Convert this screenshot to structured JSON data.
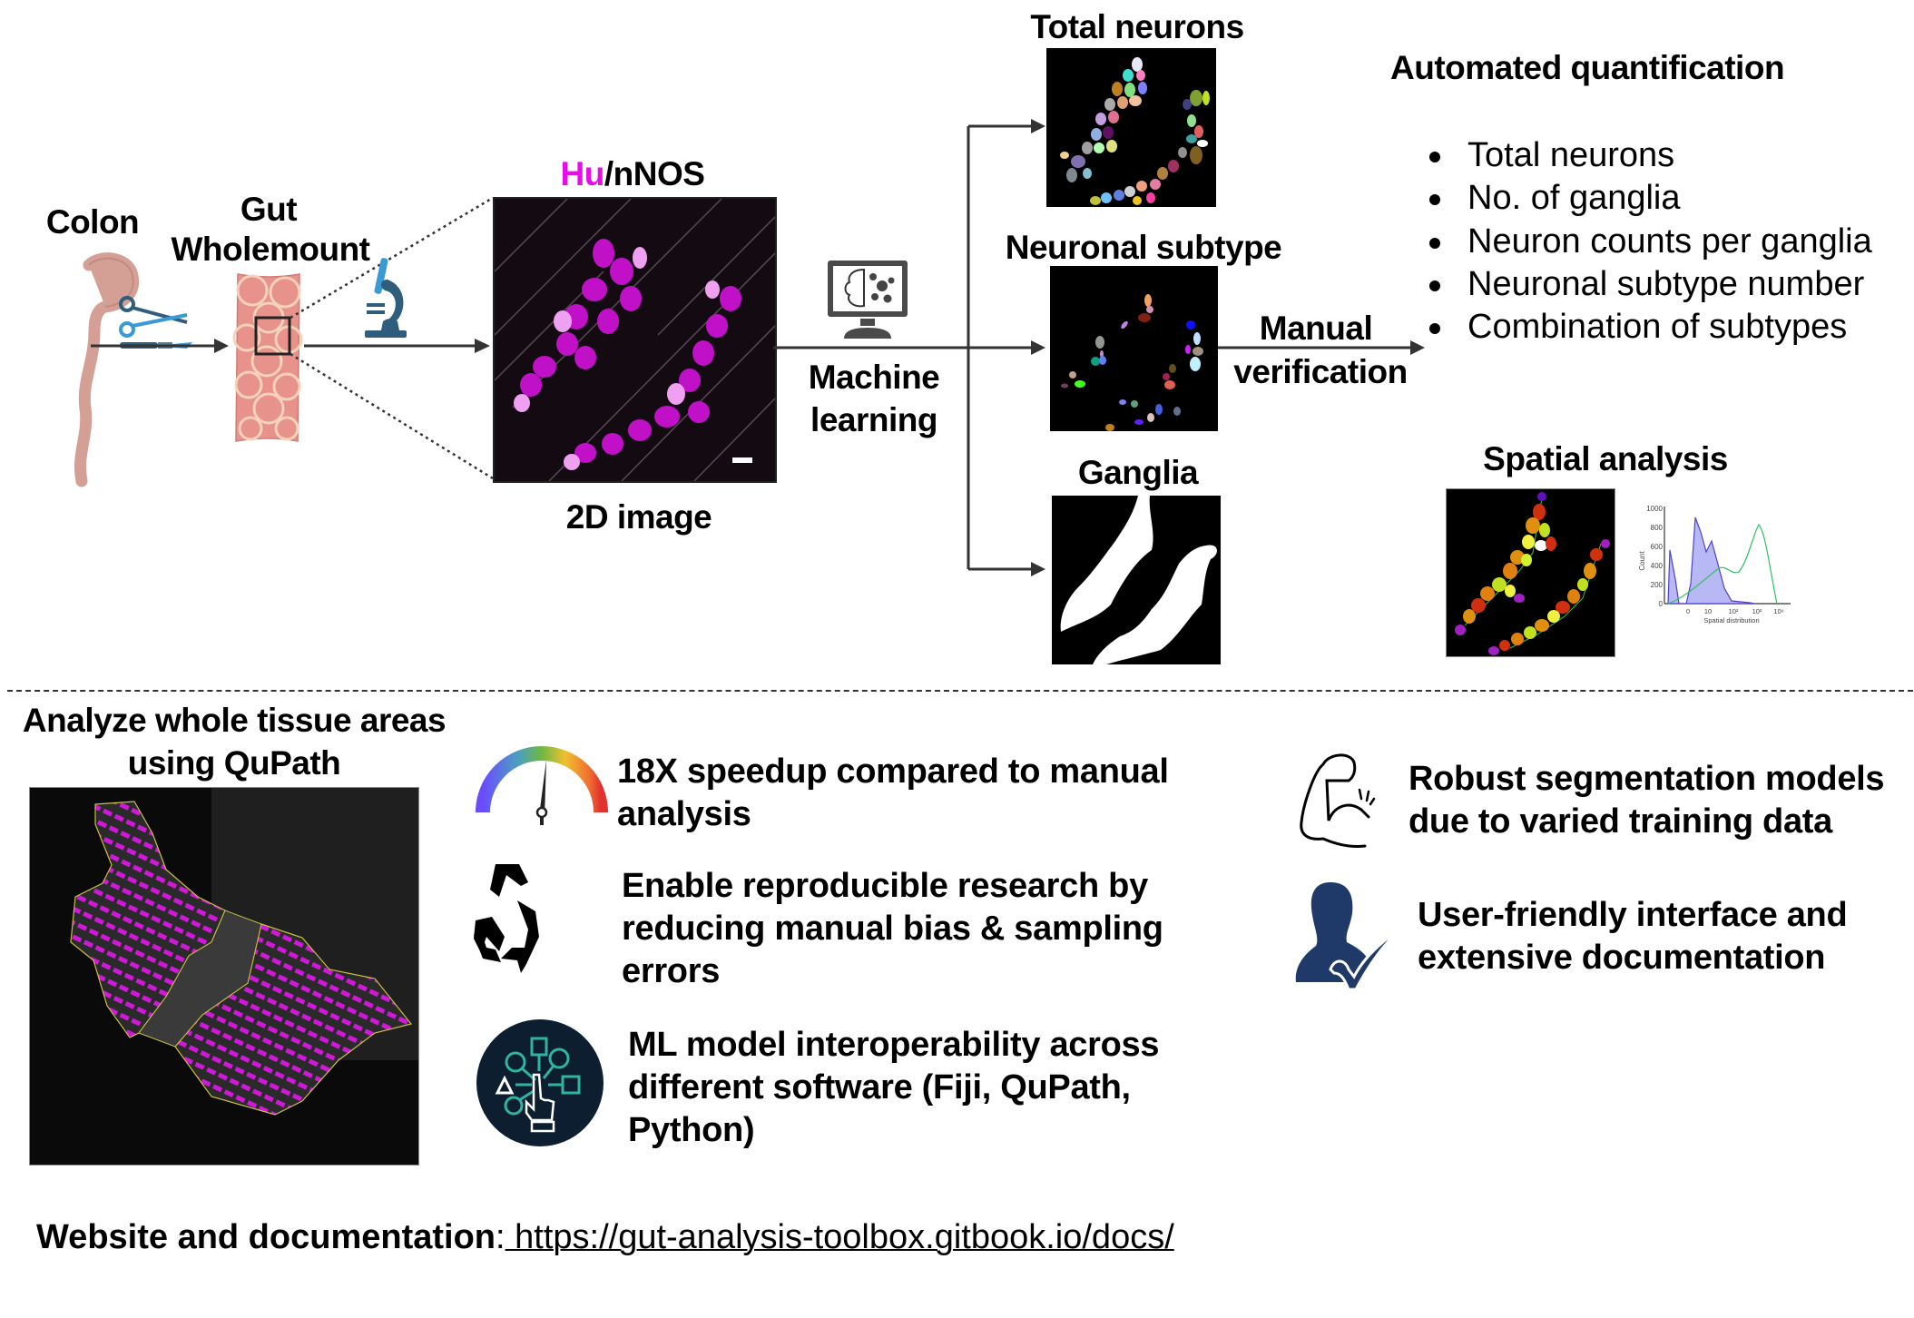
{
  "workflow": {
    "colon_label": "Colon",
    "wholemount_label_line1": "Gut",
    "wholemount_label_line2": "Wholemount",
    "image_title_hu": "Hu",
    "image_title_sep": "/nNOS",
    "image_caption": "2D image",
    "ml_label_line1": "Machine",
    "ml_label_line2": "learning",
    "outputs": [
      {
        "label": "Total neurons"
      },
      {
        "label": "Neuronal subtype"
      },
      {
        "label": "Ganglia"
      }
    ],
    "manual_line1": "Manual",
    "manual_line2": "verification",
    "quant_title": "Automated quantification",
    "quant_items": [
      "Total neurons",
      "No. of ganglia",
      "Neuron counts per ganglia",
      "Neuronal subtype number",
      "Combination of subtypes"
    ],
    "spatial_title": "Spatial analysis",
    "histogram": {
      "ylabel": "Count",
      "xlabel": "Spatial distribution",
      "yticks": [
        "0",
        "200",
        "400",
        "600",
        "800",
        "1000"
      ],
      "xticks": [
        "0",
        "10",
        "10²",
        "10²",
        "10⁶"
      ]
    }
  },
  "bottom": {
    "qupath_title_line1": "Analyze whole tissue areas",
    "qupath_title_line2": "using QuPath",
    "features": [
      {
        "icon": "speedometer-icon",
        "lines": [
          "18X speedup compared to manual",
          "analysis"
        ]
      },
      {
        "icon": "recycle-icon",
        "lines": [
          "Enable reproducible research by",
          "reducing manual bias & sampling",
          "errors"
        ]
      },
      {
        "icon": "interoperability-icon",
        "lines": [
          "ML model interoperability across",
          "different software (Fiji, QuPath,",
          "Python)"
        ]
      },
      {
        "icon": "muscle-icon",
        "lines": [
          "Robust segmentation models",
          "due to varied training data"
        ]
      },
      {
        "icon": "user-check-icon",
        "lines": [
          "User-friendly interface and",
          "extensive documentation"
        ]
      }
    ],
    "website_label": "Website and documentation",
    "website_colon": ":",
    "website_url": " https://gut-analysis-toolbox.gitbook.io/docs/"
  },
  "colors": {
    "hu_magenta": "#e60ee6",
    "arrow": "#333333",
    "icon_navy": "#1f3a68",
    "icon_teal": "#2fb3a3",
    "tissue_pink": "#e8928c",
    "colon": "#d4a096",
    "tool_blue": "#2e8fcf",
    "tool_dark": "#2f5e7c"
  }
}
